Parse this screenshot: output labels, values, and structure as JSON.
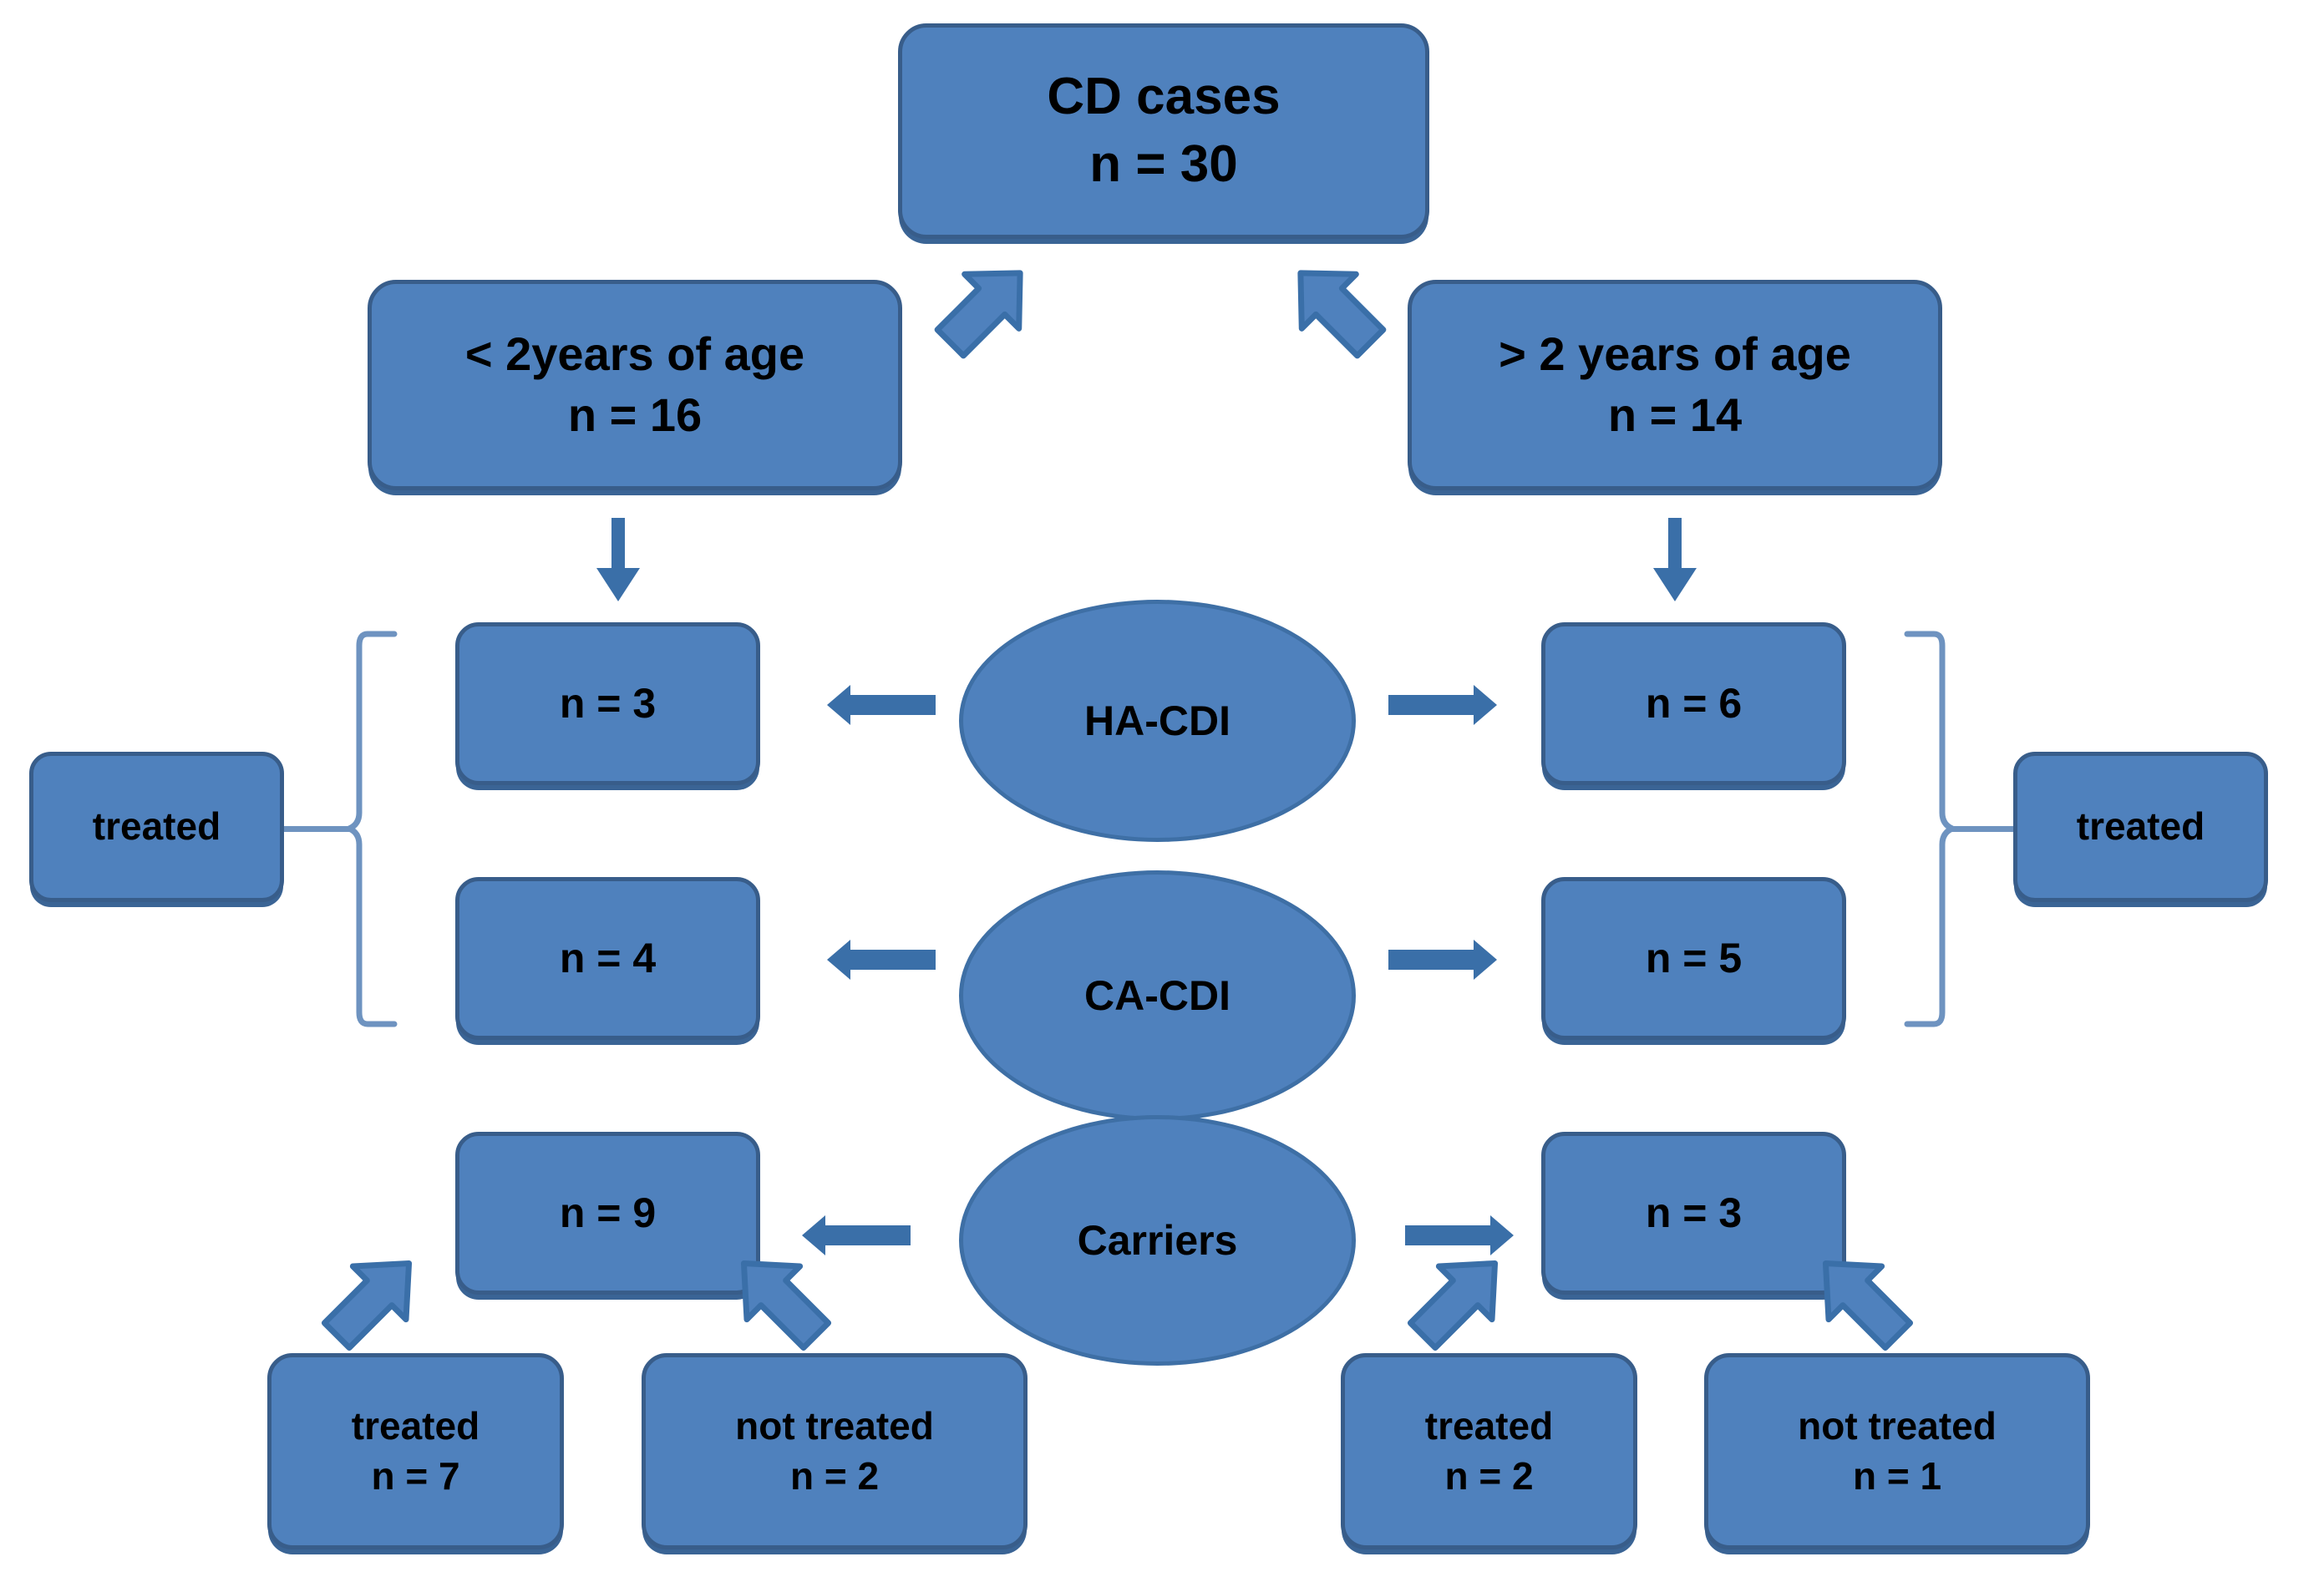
{
  "diagram": {
    "title_node": {
      "line1": "CD cases",
      "line2": "n = 30"
    },
    "age_groups": [
      {
        "id": "under2",
        "line1": "< 2years of age",
        "line2": "n = 16"
      },
      {
        "id": "over2",
        "line1": "> 2 years of age",
        "line2": "n = 14"
      }
    ],
    "categories": [
      {
        "id": "ha-cdi",
        "label": "HA-CDI",
        "left_count": "n = 3",
        "right_count": "n = 6"
      },
      {
        "id": "ca-cdi",
        "label": "CA-CDI",
        "left_count": "n = 4",
        "right_count": "n = 5"
      },
      {
        "id": "carriers",
        "label": "Carriers",
        "left_count": "n = 9",
        "right_count": "n = 3"
      }
    ],
    "brace_labels": {
      "left": "treated",
      "right": "treated"
    },
    "carrier_outcomes": {
      "left": [
        {
          "id": "left-treated",
          "line1": "treated",
          "line2": "n = 7"
        },
        {
          "id": "left-not-treated",
          "line1": "not treated",
          "line2": "n = 2"
        }
      ],
      "right": [
        {
          "id": "right-treated",
          "line1": "treated",
          "line2": "n = 2"
        },
        {
          "id": "right-not-treated",
          "line1": "not treated",
          "line2": "n = 1"
        }
      ]
    },
    "colors": {
      "node_fill": "#4F81BD",
      "node_border": "#385D8A",
      "arrow": "#3A6FA8",
      "brace": "#6E93C0",
      "text": "#000000",
      "background": "#FFFFFF"
    }
  },
  "chart_data": {
    "type": "flowchart",
    "title": "CD cases breakdown by age, infection category and treatment",
    "nodes": [
      {
        "id": "root",
        "label": "CD cases",
        "n": 30
      },
      {
        "id": "under2",
        "label": "< 2years of age",
        "n": 16
      },
      {
        "id": "over2",
        "label": "> 2 years of age",
        "n": 14
      },
      {
        "id": "ha-cdi-left",
        "label": "HA-CDI, < 2 years",
        "n": 3
      },
      {
        "id": "ha-cdi-right",
        "label": "HA-CDI, > 2 years",
        "n": 6
      },
      {
        "id": "ca-cdi-left",
        "label": "CA-CDI, < 2 years",
        "n": 4
      },
      {
        "id": "ca-cdi-right",
        "label": "CA-CDI, > 2 years",
        "n": 5
      },
      {
        "id": "carriers-left",
        "label": "Carriers, < 2 years",
        "n": 9
      },
      {
        "id": "carriers-right",
        "label": "Carriers, > 2 years",
        "n": 3
      },
      {
        "id": "carriers-left-treated",
        "label": "treated",
        "n": 7
      },
      {
        "id": "carriers-left-not-treated",
        "label": "not treated",
        "n": 2
      },
      {
        "id": "carriers-right-treated",
        "label": "treated",
        "n": 2
      },
      {
        "id": "carriers-right-not-treated",
        "label": "not treated",
        "n": 1
      }
    ],
    "groupings": [
      {
        "label": "treated",
        "covers": [
          "ha-cdi-left",
          "ca-cdi-left"
        ]
      },
      {
        "label": "treated",
        "covers": [
          "ha-cdi-right",
          "ca-cdi-right"
        ]
      }
    ]
  }
}
